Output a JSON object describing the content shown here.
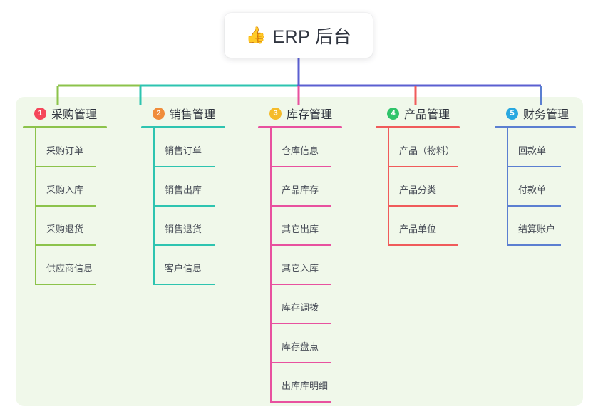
{
  "diagram": {
    "type": "mind-map",
    "title": "ERP 后台",
    "root": {
      "emoji": "👍",
      "emoji_name": "thumbs-up-icon",
      "label": "ERP 后台"
    },
    "panel_color": "#f0f8ea",
    "background_color": "#ffffff",
    "root_connector_color": "#5b5fd1",
    "branches": [
      {
        "index": "1",
        "label": "采购管理",
        "badge_color": "#f5475b",
        "line_color": "#8cc34b",
        "children": [
          {
            "label": "采购订单"
          },
          {
            "label": "采购入库"
          },
          {
            "label": "采购退货"
          },
          {
            "label": "供应商信息"
          }
        ]
      },
      {
        "index": "2",
        "label": "销售管理",
        "badge_color": "#f08c3a",
        "line_color": "#2ec4b0",
        "children": [
          {
            "label": "销售订单"
          },
          {
            "label": "销售出库"
          },
          {
            "label": "销售退货"
          },
          {
            "label": "客户信息"
          }
        ]
      },
      {
        "index": "3",
        "label": "库存管理",
        "badge_color": "#f5bb2a",
        "line_color": "#e8519f",
        "children": [
          {
            "label": "仓库信息"
          },
          {
            "label": "产品库存"
          },
          {
            "label": "其它出库"
          },
          {
            "label": "其它入库"
          },
          {
            "label": "库存调拨"
          },
          {
            "label": "库存盘点"
          },
          {
            "label": "出库库明细"
          }
        ]
      },
      {
        "index": "4",
        "label": "产品管理",
        "badge_color": "#2fc46a",
        "line_color": "#f05b5b",
        "children": [
          {
            "label": "产品（物料）"
          },
          {
            "label": "产品分类"
          },
          {
            "label": "产品单位"
          }
        ]
      },
      {
        "index": "5",
        "label": "财务管理",
        "badge_color": "#29a8e0",
        "line_color": "#5b7fd1",
        "children": [
          {
            "label": "回款单"
          },
          {
            "label": "付款单"
          },
          {
            "label": "结算账户"
          }
        ]
      }
    ]
  }
}
